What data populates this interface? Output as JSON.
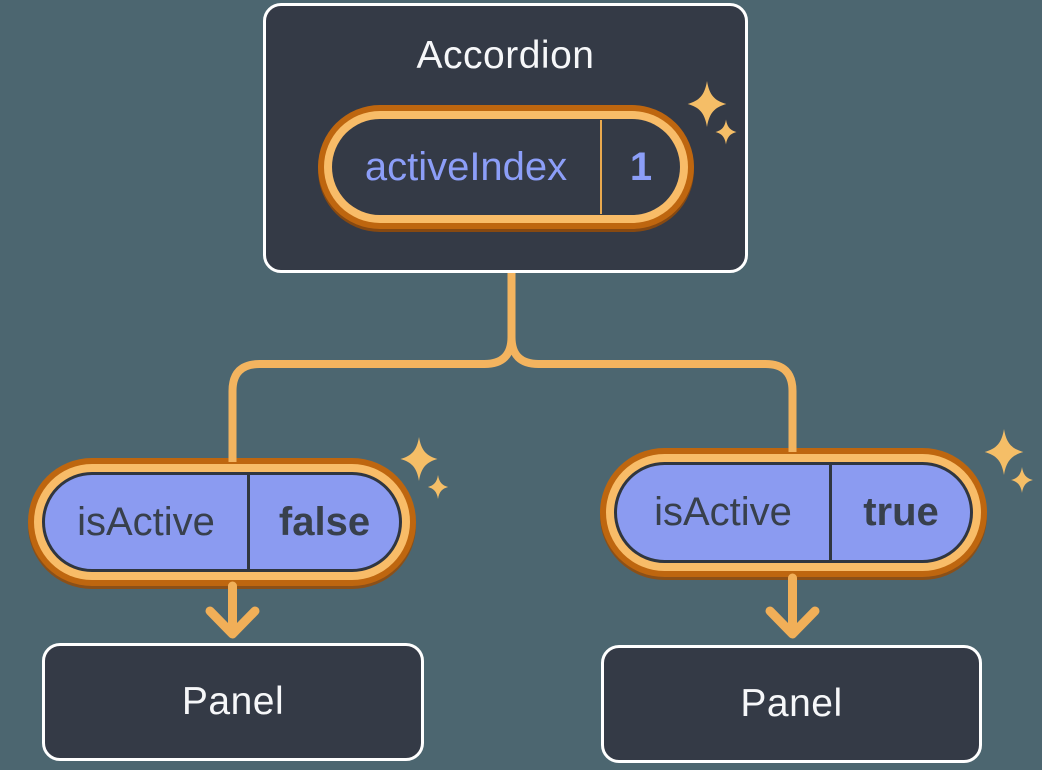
{
  "diagram": {
    "root": {
      "title": "Accordion",
      "state": {
        "name": "activeIndex",
        "value": "1"
      }
    },
    "children": [
      {
        "prop": {
          "name": "isActive",
          "value": "false"
        },
        "child": {
          "title": "Panel"
        }
      },
      {
        "prop": {
          "name": "isActive",
          "value": "true"
        },
        "child": {
          "title": "Panel"
        }
      }
    ],
    "colors": {
      "background": "#4C6670",
      "node_fill": "#343A46",
      "node_border": "#FFFFFF",
      "node_text": "#F6F7F9",
      "state_text": "#8C9EF8",
      "prop_fill": "#8B9BF1",
      "prop_text": "#38404C",
      "prop_outline": "#30363F",
      "ring_outer": "#BE660F",
      "ring_inner": "#F8BC68",
      "connector": "#F3B45F",
      "arrow": "#F1AF58",
      "sparkle": "#F5BE67"
    }
  }
}
